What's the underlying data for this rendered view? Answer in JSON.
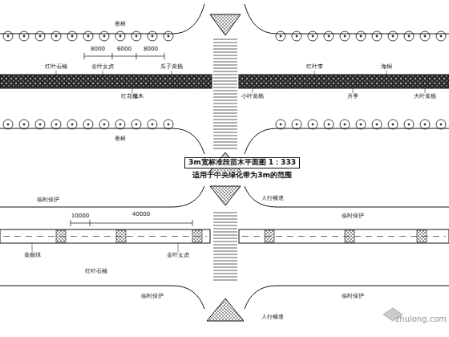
{
  "diagram": {
    "labels": [
      "8000",
      "6000",
      "8000",
      "香樟",
      "红叶石楠",
      "金叶女贞",
      "瓜子黄杨",
      "红叶李",
      "海桐",
      "红花檵木",
      "小叶黄杨",
      "月季",
      "大叶黄杨",
      "香樟",
      "3m宽标准段苗木平面图 1：333",
      "适用于中央绿化带为3m的范围",
      "10000",
      "40000",
      "临时保护",
      "人行横道",
      "临时保护",
      "黄杨球",
      "金叶女贞",
      "红叶石楠",
      "临时保护",
      "临时保护",
      "人行横道",
      "zhulong.com"
    ]
  }
}
